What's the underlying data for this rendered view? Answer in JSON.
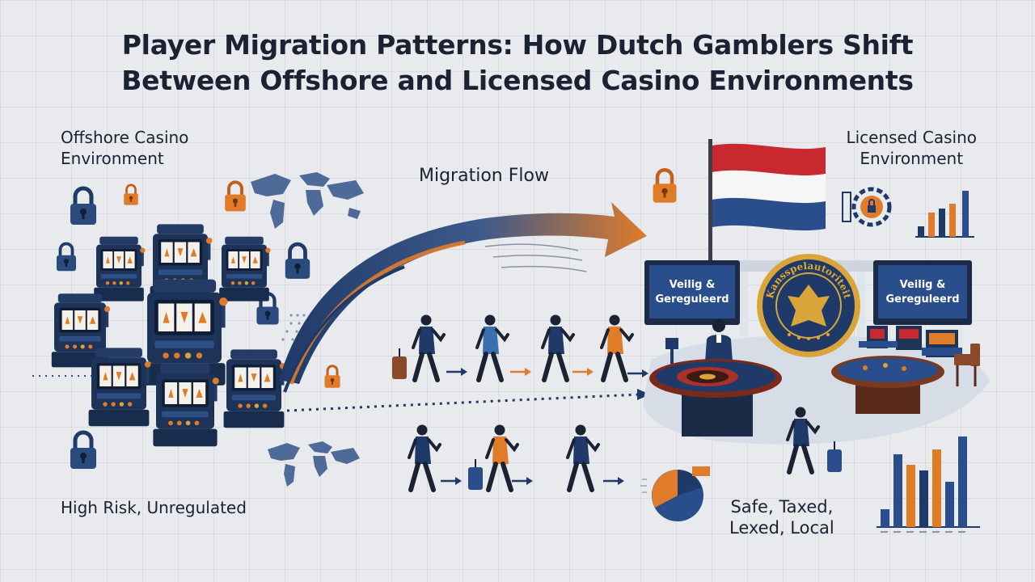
{
  "title": {
    "line1": "Player Migration Patterns: How Dutch Gamblers Shift",
    "line2": "Between Offshore and Licensed Casino Environments"
  },
  "offshore": {
    "label_line1": "Offshore Casino",
    "label_line2": "Environment",
    "caption": "High Risk, Unregulated"
  },
  "licensed": {
    "label_line1": "Licensed Casino",
    "label_line2": "Environment",
    "caption_line1": "Safe, Taxed,",
    "caption_line2": "Lexed, Local",
    "sign_line1": "Veilig &",
    "sign_line2": "Gereguleerd",
    "seal_text": "Kansspelautoriteit"
  },
  "flow": {
    "label": "Migration Flow"
  },
  "colors": {
    "navy": "#1f3a68",
    "orange": "#e07b2a",
    "red": "#c8292e",
    "blue": "#2a4d8c",
    "gold": "#d9a43a",
    "text": "#1b2233"
  },
  "icons": [
    "padlock-icon",
    "slot-machine-icon",
    "world-map-icon",
    "netherlands-flag-icon",
    "seal-icon",
    "roulette-table-icon",
    "pie-chart-icon",
    "bar-chart-icon",
    "walking-person-icon",
    "arrow-right-icon"
  ]
}
